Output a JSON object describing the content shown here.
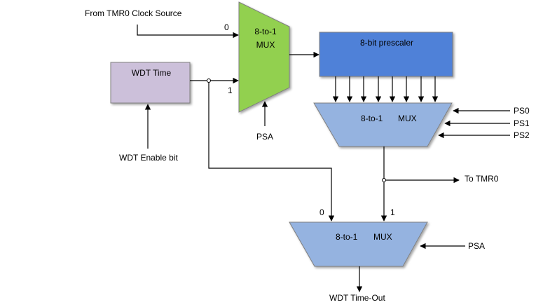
{
  "colors": {
    "mux_green": "#92d050",
    "prescaler_blue": "#4f81d8",
    "mux_blue": "#95b3e0",
    "wdt_purple": "#ccc0da",
    "wire": "#000000"
  },
  "labels": {
    "clock_source": "From TMR0 Clock Source",
    "wdt_time": "WDT Time",
    "wdt_enable": "WDT Enable bit",
    "mux1_line1": "8-to-1",
    "mux1_line2": "MUX",
    "mux1_in0": "0",
    "mux1_in1": "1",
    "psa_top": "PSA",
    "prescaler": "8-bit prescaler",
    "mux2_left": "8-to-1",
    "mux2_right": "MUX",
    "ps0": "PS0",
    "ps1": "PS1",
    "ps2": "PS2",
    "to_tmr0": "To TMR0",
    "mux3_left": "8-to-1",
    "mux3_right": "MUX",
    "mux3_in0": "0",
    "mux3_in1": "1",
    "psa_bottom": "PSA",
    "wdt_timeout": "WDT Time-Out"
  }
}
